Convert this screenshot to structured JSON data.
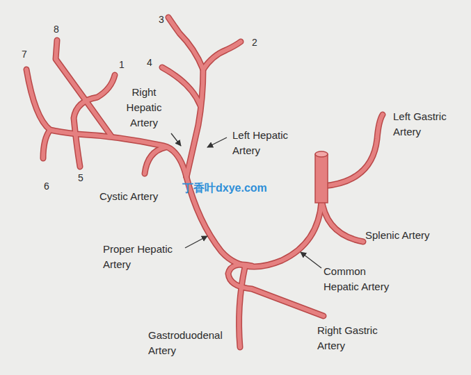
{
  "diagram": {
    "labels": [
      "8",
      "7",
      "1",
      "3",
      "2",
      "4",
      "6",
      "5",
      "Right Hepatic Artery",
      "Left Hepatic Artery",
      "Cystic Artery",
      "Proper Hepatic Artery",
      "Common Hepatic Artery",
      "Left Gastric Artery",
      "Splenic Artery",
      "Gastroduodenal Artery",
      "Right Gastric Artery",
      "丁香叶dxye.com"
    ]
  }
}
